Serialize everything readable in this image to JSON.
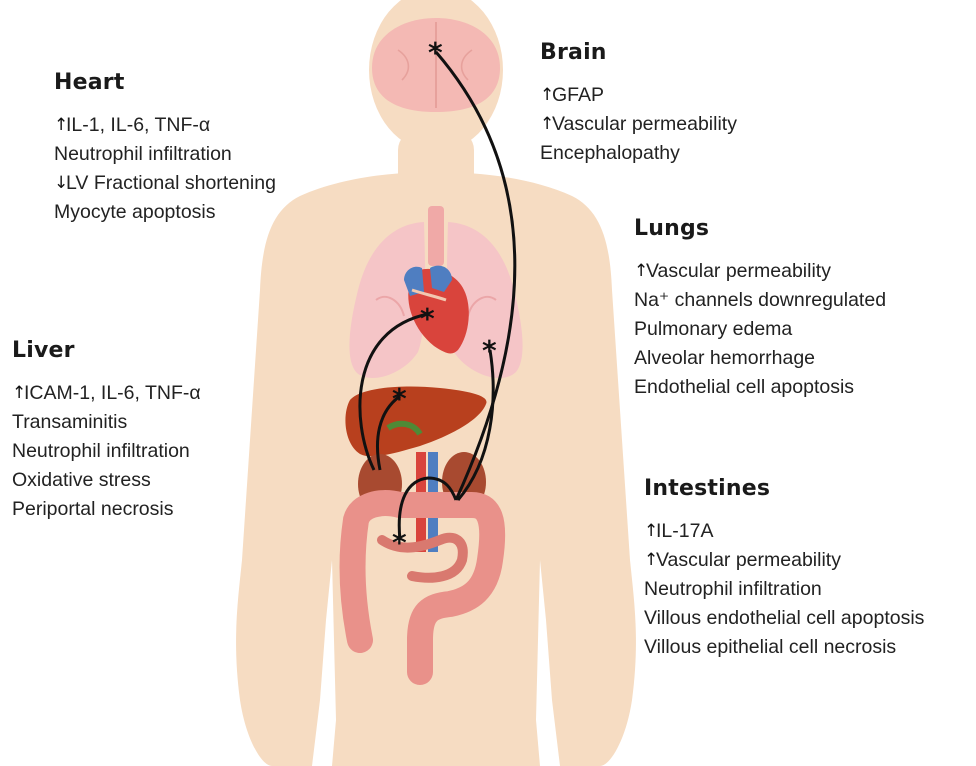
{
  "colors": {
    "body": "#f6dcc2",
    "brain": "#f4b9b4",
    "lungs": "#f5c5c7",
    "heart": "#d9443c",
    "liver": "#b8401e",
    "kidneys": "#a84a30",
    "intestine": "#e9918a",
    "vessel_blue": "#4f7ec1",
    "connector": "#111111"
  },
  "blocks": [
    {
      "id": "heart",
      "title": "Heart",
      "lines": [
        {
          "arrow": "up",
          "text": "IL-1, IL-6, TNF-α"
        },
        {
          "arrow": "",
          "text": "Neutrophil infiltration"
        },
        {
          "arrow": "down",
          "text": "LV Fractional shortening"
        },
        {
          "arrow": "",
          "text": "Myocyte apoptosis"
        }
      ]
    },
    {
      "id": "brain",
      "title": "Brain",
      "lines": [
        {
          "arrow": "up",
          "text": "GFAP"
        },
        {
          "arrow": "up",
          "text": "Vascular permeability"
        },
        {
          "arrow": "",
          "text": "Encephalopathy"
        }
      ]
    },
    {
      "id": "lungs",
      "title": "Lungs",
      "lines": [
        {
          "arrow": "up",
          "text": "Vascular permeability"
        },
        {
          "arrow": "",
          "text": "Na⁺ channels downregulated"
        },
        {
          "arrow": "",
          "text": "Pulmonary edema"
        },
        {
          "arrow": "",
          "text": "Alveolar hemorrhage"
        },
        {
          "arrow": "",
          "text": "Endothelial cell apoptosis"
        }
      ]
    },
    {
      "id": "liver",
      "title": "Liver",
      "lines": [
        {
          "arrow": "up",
          "text": "ICAM-1, IL-6, TNF-α"
        },
        {
          "arrow": "",
          "text": "Transaminitis"
        },
        {
          "arrow": "",
          "text": "Neutrophil infiltration"
        },
        {
          "arrow": "",
          "text": "Oxidative stress"
        },
        {
          "arrow": "",
          "text": "Periportal necrosis"
        }
      ]
    },
    {
      "id": "intestines",
      "title": "Intestines",
      "lines": [
        {
          "arrow": "up",
          "text": "IL-17A"
        },
        {
          "arrow": "up",
          "text": "Vascular permeability"
        },
        {
          "arrow": "",
          "text": "Neutrophil infiltration"
        },
        {
          "arrow": "",
          "text": "Villous endothelial cell apoptosis"
        },
        {
          "arrow": "",
          "text": "Villous epithelial cell necrosis"
        }
      ]
    }
  ]
}
